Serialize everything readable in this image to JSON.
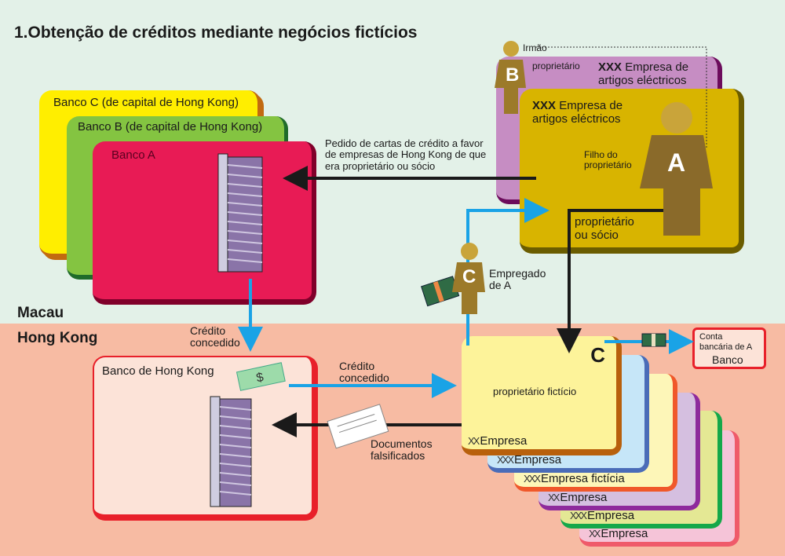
{
  "title": "1.Obtenção de créditos mediante negócios fictícios",
  "regions": {
    "macau": "Macau",
    "hong_kong": "Hong Kong"
  },
  "banks": {
    "banco_c": "Banco C (de capital de Hong Kong)",
    "banco_b": "Banco B (de capital de Hong Kong)",
    "banco_a": "Banco A",
    "banco_hk": "Banco de Hong Kong"
  },
  "companies_macau": {
    "back": {
      "bold": "XXX",
      "name": "Empresa de artigos eléctricos",
      "owner": "proprietário"
    },
    "front": {
      "bold": "XXX",
      "name": "Empresa de artigos eléctricos",
      "son": "Filho do proprietário",
      "owner": "proprietário ou sócio"
    }
  },
  "people": {
    "b": {
      "letter": "B",
      "label": "Irmão"
    },
    "a": {
      "letter": "A"
    },
    "c": {
      "letter": "C",
      "label": "Empregado de A"
    },
    "c_hk": {
      "letter": "C"
    }
  },
  "flows": {
    "request": "Pedido de cartas de crédito a favor de empresas de Hong Kong de que era proprietário ou sócio",
    "credit_granted_1": "Crédito concedido",
    "credit_granted_2": "Crédito concedido",
    "forged_docs": "Documentos falsificados"
  },
  "fictitious_owner": "proprietário fictício",
  "account": {
    "line1": "Conta",
    "line2": "bancária de A",
    "bank": "Banco"
  },
  "hk_companies": [
    {
      "marks": "XX",
      "name": "Empresa"
    },
    {
      "marks": "XXX",
      "name": "Empresa"
    },
    {
      "marks": "XXX",
      "name": "Empresa fictícia"
    },
    {
      "marks": "XX",
      "name": "Empresa"
    },
    {
      "marks": "XXX",
      "name": "Empresa"
    },
    {
      "marks": "XX",
      "name": "Empresa"
    }
  ],
  "colors": {
    "blue_arrow": "#1aa3e6",
    "black_arrow": "#1a1a1a",
    "macau_bg": "#e3f1e8",
    "hk_bg": "#f7bba3"
  }
}
